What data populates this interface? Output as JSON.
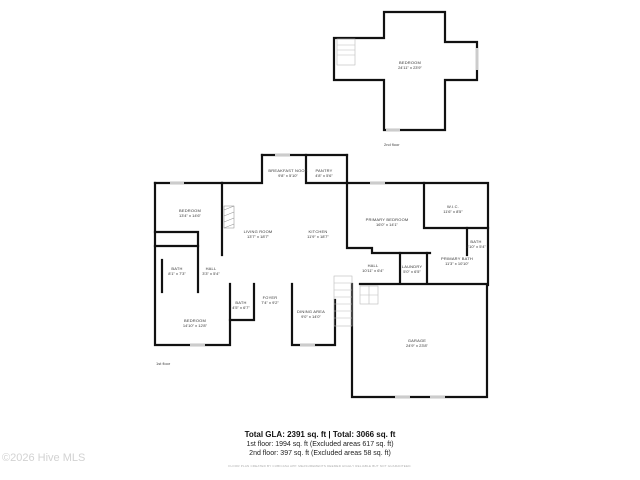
{
  "second_floor": {
    "caption": "2nd floor",
    "rooms": [
      {
        "name": "BEDROOM",
        "dims": "24'11\" x 23'9\""
      }
    ]
  },
  "first_floor": {
    "caption": "1st floor",
    "rooms": [
      {
        "name": "BREAKFAST NOOK",
        "dims": "9'8\" x 5'10\""
      },
      {
        "name": "PANTRY",
        "dims": "4'8\" x 5'6\""
      },
      {
        "name": "BEDROOM",
        "dims": "13'4\" x 14'6\""
      },
      {
        "name": "LIVING ROOM",
        "dims": "13'7\" x 18'7\""
      },
      {
        "name": "KITCHEN",
        "dims": "11'9\" x 18'7\""
      },
      {
        "name": "PRIMARY BEDROOM",
        "dims": "16'0\" x 14'1\""
      },
      {
        "name": "W.I.C.",
        "dims": "11'6\" x 8'5\""
      },
      {
        "name": "BATH",
        "dims": "3'10\" x 5'4\""
      },
      {
        "name": "BATH",
        "dims": "8'1\" x 7'3\""
      },
      {
        "name": "HALL",
        "dims": "3'3\" x 5'4\""
      },
      {
        "name": "HALL",
        "dims": "10'11\" x 6'4\""
      },
      {
        "name": "LAUNDRY",
        "dims": "5'0\" x 6'5\""
      },
      {
        "name": "PRIMARY BATH",
        "dims": "11'3\" x 10'10\""
      },
      {
        "name": "BATH",
        "dims": "4'5\" x 6'7\""
      },
      {
        "name": "FOYER",
        "dims": "7'4\" x 9'2\""
      },
      {
        "name": "DINING AREA",
        "dims": "9'0\" x 14'0\""
      },
      {
        "name": "BEDROOM",
        "dims": "14'10\" x 12'8\""
      },
      {
        "name": "GARAGE",
        "dims": "24'9\" x 23'8\""
      }
    ]
  },
  "summary": {
    "total": "Total GLA: 2391 sq. ft | Total: 3066 sq. ft",
    "first": "1st floor: 1994 sq. ft (Excluded areas 617 sq. ft)",
    "second": "2nd floor: 397 sq. ft (Excluded areas 58 sq. ft)"
  },
  "disclaimer": "FLOOR PLAN CREATED BY CUBICASA APP. MEASUREMENTS DEEMED HIGHLY RELIABLE BUT NOT GUARANTEED.",
  "watermark": "©2026 Hive MLS"
}
